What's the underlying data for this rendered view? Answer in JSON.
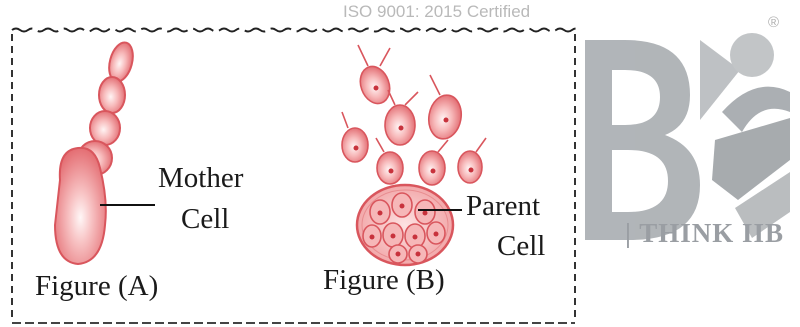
{
  "watermark": {
    "certification": "ISO 9001: 2015 Certified",
    "brand_text": "| THINK IIB",
    "registered_mark": "®"
  },
  "figure_a": {
    "caption": "Figure (A)",
    "label_line1": "Mother",
    "label_line2": "Cell"
  },
  "figure_b": {
    "caption": "Figure (B)",
    "label_line1": "Parent",
    "label_line2": "Cell"
  },
  "colors": {
    "cell_fill": "#f4a7a8",
    "cell_stroke": "#d9565d",
    "nucleus": "#c8323c",
    "logo_gray": "#a6aaae",
    "border": "#222222"
  }
}
